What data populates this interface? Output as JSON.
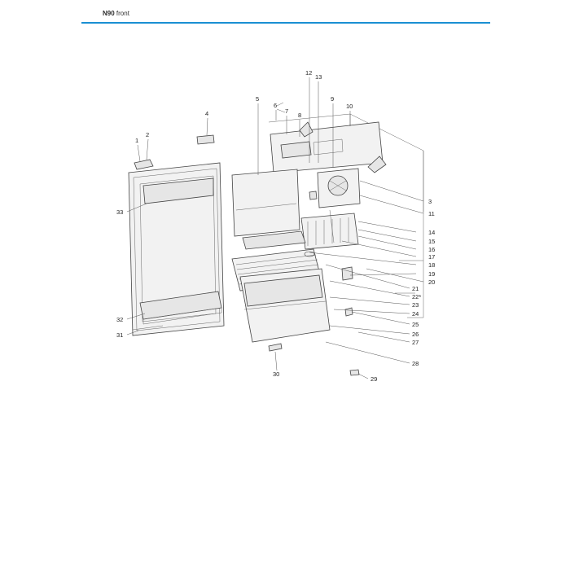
{
  "header": {
    "title_bold": "N90",
    "title_rest": " front"
  },
  "callouts": {
    "c1": "1",
    "c2": "2",
    "c3": "3",
    "c4": "4",
    "c5": "5",
    "c6": "6",
    "c7": "7",
    "c8": "8",
    "c9": "9",
    "c10": "10",
    "c11": "11",
    "c12": "12",
    "c13": "13",
    "c14": "14",
    "c15": "15",
    "c16": "16",
    "c17": "17",
    "c18": "18",
    "c19": "19",
    "c20": "20",
    "c21": "21",
    "c22": "22*",
    "c23": "23",
    "c24": "24",
    "c25": "25",
    "c26": "26",
    "c27": "27",
    "c28": "28",
    "c29": "29",
    "c30": "30",
    "c31": "31",
    "c32": "32",
    "c33": "33"
  },
  "colors": {
    "accent_rule": "#1a8fd3"
  }
}
